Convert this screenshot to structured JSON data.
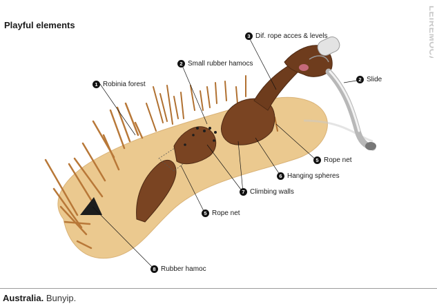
{
  "heading": "Playful elements",
  "brand_logo": "LEIREMOCA",
  "callouts": [
    {
      "num": "1",
      "label": "Robinia forest"
    },
    {
      "num": "2",
      "label": "Small rubber hamocs"
    },
    {
      "num": "3",
      "label": "Dif. rope acces & levels"
    },
    {
      "num": "2",
      "label": "Slide"
    },
    {
      "num": "5",
      "label": "Rope net"
    },
    {
      "num": "6",
      "label": "Hanging spheres"
    },
    {
      "num": "7",
      "label": "Climbing walls"
    },
    {
      "num": "5",
      "label": "Rope net"
    },
    {
      "num": "8",
      "label": "Rubber hamoc"
    }
  ],
  "footer": {
    "place": "Australia.",
    "project": " Bunyip."
  },
  "colors": {
    "sand": "#ebc98f",
    "wood": "#7a4422",
    "wood_dark": "#4e2a14",
    "pole": "#b87838",
    "text": "#1a1a1a"
  }
}
